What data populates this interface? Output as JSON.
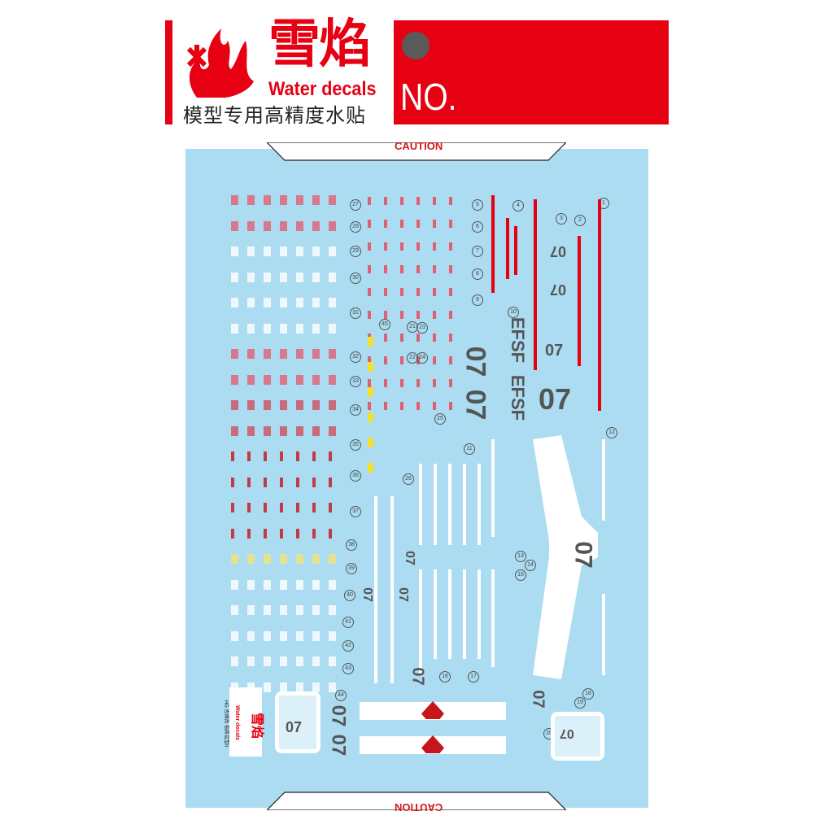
{
  "header": {
    "brand_cn": "雪焰",
    "brand_en": "Water decals",
    "tagline": "模型专用高精度水贴",
    "number_label": "NO.",
    "colors": {
      "red": "#e60012",
      "sheet": "#abdcf2",
      "dot": "#5a5a5a"
    }
  },
  "sheet": {
    "caution_top": "CAUTION",
    "caution_bottom": "CAUTION",
    "labels_07": [
      "07",
      "07",
      "07",
      "07",
      "07",
      "07",
      "07",
      "07",
      "07",
      "07",
      "07",
      "07",
      "07",
      "07",
      "07",
      "07"
    ],
    "efsf": [
      "EFSF",
      "EFSF"
    ],
    "box_label": "07",
    "box_label_2": "07",
    "mini_logo_text": "HG 吉姆改 指挥官型II",
    "mini_brand": "雪焰",
    "mini_brand_en": "Water decals",
    "circled_numbers": [
      "1",
      "2",
      "3",
      "4",
      "5",
      "6",
      "7",
      "8",
      "9",
      "10",
      "11",
      "12",
      "13",
      "14",
      "15",
      "16",
      "17",
      "18",
      "19",
      "20",
      "21",
      "22",
      "23",
      "24",
      "25",
      "26",
      "27",
      "28",
      "29",
      "30",
      "31",
      "32",
      "33",
      "34",
      "35",
      "36",
      "37",
      "38",
      "39",
      "40",
      "41",
      "42",
      "43",
      "44",
      "45"
    ]
  }
}
